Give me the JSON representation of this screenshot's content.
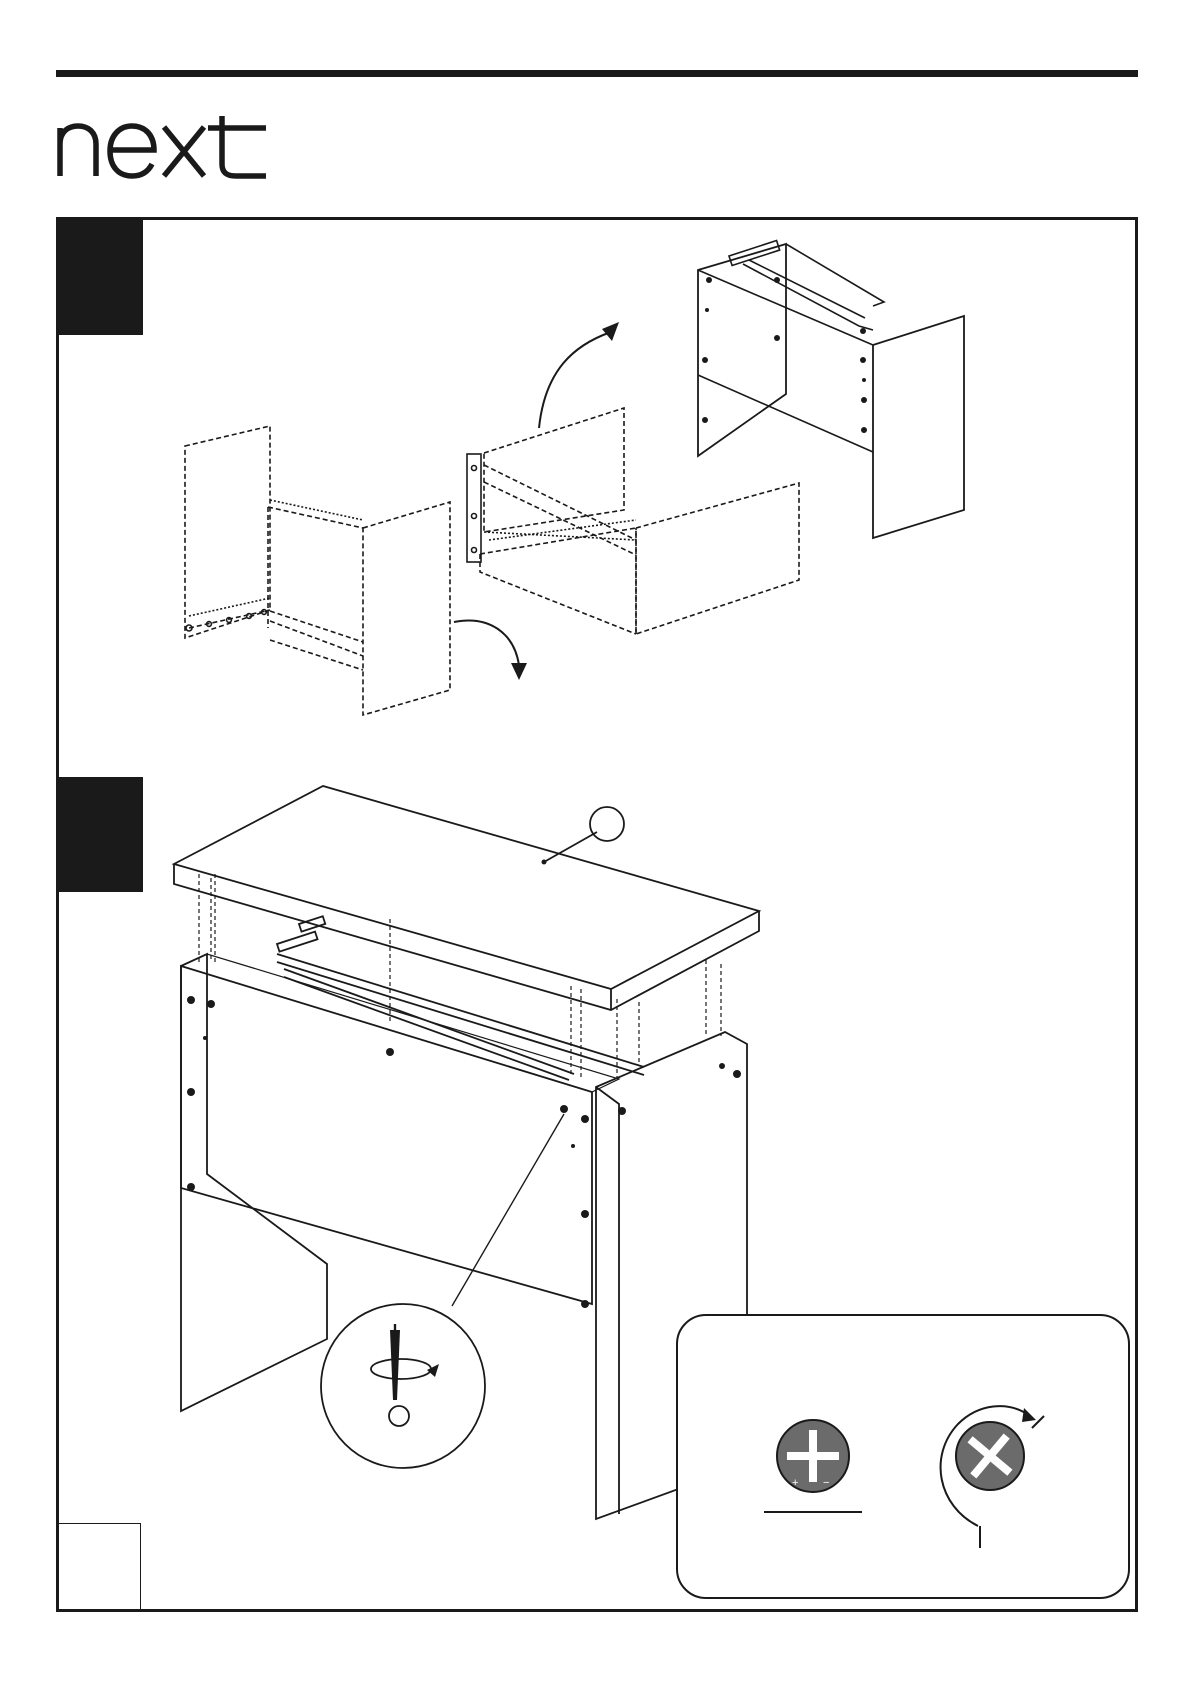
{
  "brand": {
    "name": "next"
  },
  "steps": [
    {
      "id": "step-a",
      "description": ""
    },
    {
      "id": "step-b",
      "description": ""
    }
  ],
  "icons": {
    "tool": "screwdriver-icon",
    "drive": "cross-head-screw-icon",
    "tighten": "tighten-direction-icon",
    "over": "over-tighten-warning-icon"
  },
  "colors": {
    "line": "#1a1a1a",
    "panel_fill": "#ffffff",
    "screw_fill": "#6b6b6b"
  }
}
